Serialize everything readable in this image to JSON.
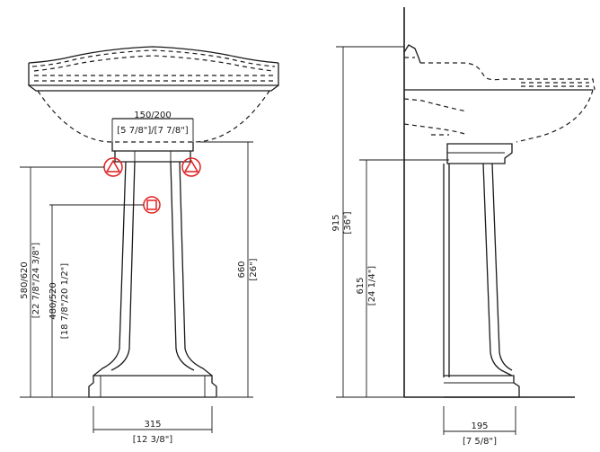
{
  "colors": {
    "line": "#1a1a1a",
    "supply_marker": "#e02020",
    "background": "#ffffff"
  },
  "icons": {
    "supply_valve": "triangle-in-circle-icon",
    "drain_outlet": "square-in-circle-icon"
  },
  "front_view": {
    "top_width": {
      "mm": "150/200",
      "in": "[5 7/8\"]/[7 7/8\"]"
    },
    "supply_height": {
      "mm": "580/620",
      "in": "[22 7/8\"/24 3/8\"]"
    },
    "drain_height": {
      "mm": "480/520",
      "in": "[18 7/8\"/20 1/2\"]"
    },
    "pedestal_height": {
      "mm": "660",
      "in": "[26\"]"
    },
    "base_width": {
      "mm": "315",
      "in": "[12 3/8\"]"
    }
  },
  "side_view": {
    "overall_height": {
      "mm": "915",
      "in": "[36\"]"
    },
    "pedestal_height": {
      "mm": "615",
      "in": "[24 1/4\"]"
    },
    "base_depth": {
      "mm": "195",
      "in": "[7 5/8\"]"
    }
  }
}
